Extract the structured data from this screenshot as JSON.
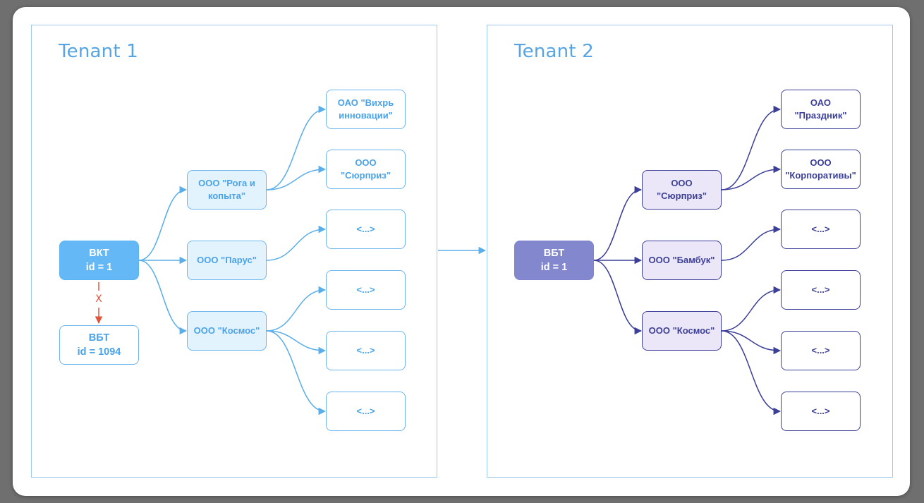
{
  "tenant1": {
    "title": "Tenant 1",
    "root": {
      "line1": "ВКТ",
      "line2": "id = 1"
    },
    "vbt": {
      "line1": "ВБТ",
      "line2": "id = 1094"
    },
    "x_mark": "X",
    "mids": [
      "ООО \"Рога и копыта\"",
      "ООО \"Парус\"",
      "ООО \"Космос\""
    ],
    "leaves": [
      "ОАО \"Вихрь\nинновации\"",
      "ООО\n\"Сюрприз\"",
      "<...>",
      "<...>",
      "<...>",
      "<...>"
    ]
  },
  "tenant2": {
    "title": "Tenant 2",
    "root": {
      "line1": "ВБТ",
      "line2": "id = 1"
    },
    "mids": [
      "ООО\n\"Сюрприз\"",
      "ООО \"Бамбук\"",
      "ООО \"Космос\""
    ],
    "leaves": [
      "ОАО\n\"Праздник\"",
      "ООО\n\"Корпоративы\"",
      "<...>",
      "<...>",
      "<...>",
      "<...>"
    ]
  },
  "colors": {
    "tenant1_stroke": "#5aaeea",
    "tenant2_stroke": "#3c3f98",
    "blocked_link": "#e0553d",
    "transfer_arrow": "#5aaeea"
  }
}
